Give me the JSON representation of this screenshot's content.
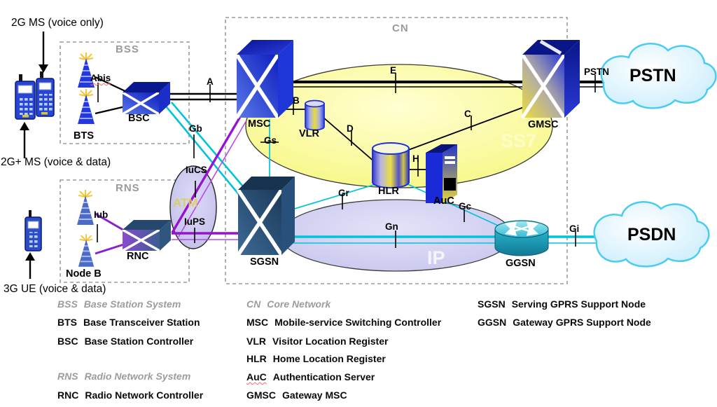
{
  "annotations": {
    "ms_2g": "2G MS (voice only)",
    "ms_2g_plus": "2G+ MS (voice & data)",
    "ue_3g": "3G UE (voice & data)"
  },
  "regions": {
    "bss": "BSS",
    "rns": "RNS",
    "cn": "CN"
  },
  "networks": {
    "ss7": "SS7",
    "ip": "IP",
    "atm": "ATM"
  },
  "clouds": {
    "pstn": "PSTN",
    "psdn": "PSDN"
  },
  "nodes": {
    "bts": "BTS",
    "bsc": "BSC",
    "node_b": "Node B",
    "rnc": "RNC",
    "msc": "MSC",
    "vlr": "VLR",
    "hlr": "HLR",
    "auc": "AuC",
    "gmsc": "GMSC",
    "sgsn": "SGSN",
    "ggsn": "GGSN"
  },
  "interfaces": {
    "abis": "Abis",
    "a": "A",
    "gb": "Gb",
    "iub": "Iub",
    "iucs": "IuCS",
    "iups": "IuPS",
    "b": "B",
    "e": "E",
    "d": "D",
    "c": "C",
    "h": "H",
    "gs": "Gs",
    "gr": "Gr",
    "gn": "Gn",
    "gc": "Gc",
    "gi": "Gi",
    "pstn": "PSTN"
  },
  "legend": {
    "col1": [
      {
        "abbr": "BSS",
        "name": "Base Station System",
        "muted": true
      },
      {
        "abbr": "BTS",
        "name": "Base Transceiver Station"
      },
      {
        "abbr": "BSC",
        "name": "Base Station Controller"
      },
      {
        "abbr": "RNS",
        "name": "Radio Network System",
        "muted": true
      },
      {
        "abbr": "RNC",
        "name": "Radio Network Controller"
      }
    ],
    "col2": [
      {
        "abbr": "CN",
        "name": "Core Network",
        "muted": true
      },
      {
        "abbr": "MSC",
        "name": "Mobile-service Switching Controller"
      },
      {
        "abbr": "VLR",
        "name": "Visitor Location Register"
      },
      {
        "abbr": "HLR",
        "name": "Home Location Register"
      },
      {
        "abbr": "AuC",
        "name": "Authentication Server"
      },
      {
        "abbr": "GMSC",
        "name": "Gateway MSC"
      }
    ],
    "col3": [
      {
        "abbr": "SGSN",
        "name": "Serving GPRS Support Node"
      },
      {
        "abbr": "GGSN",
        "name": "Gateway GPRS Support Node"
      }
    ]
  },
  "colors": {
    "cyan_line": "#00c4d8",
    "purple_line": "#9912d2",
    "ss7_fill": "#f6f67c",
    "ip_fill": "#c3c2ec",
    "cloud_stroke": "#49ccf2",
    "cube_blue": "#2038d8",
    "router_teal": "#1d96b0"
  }
}
